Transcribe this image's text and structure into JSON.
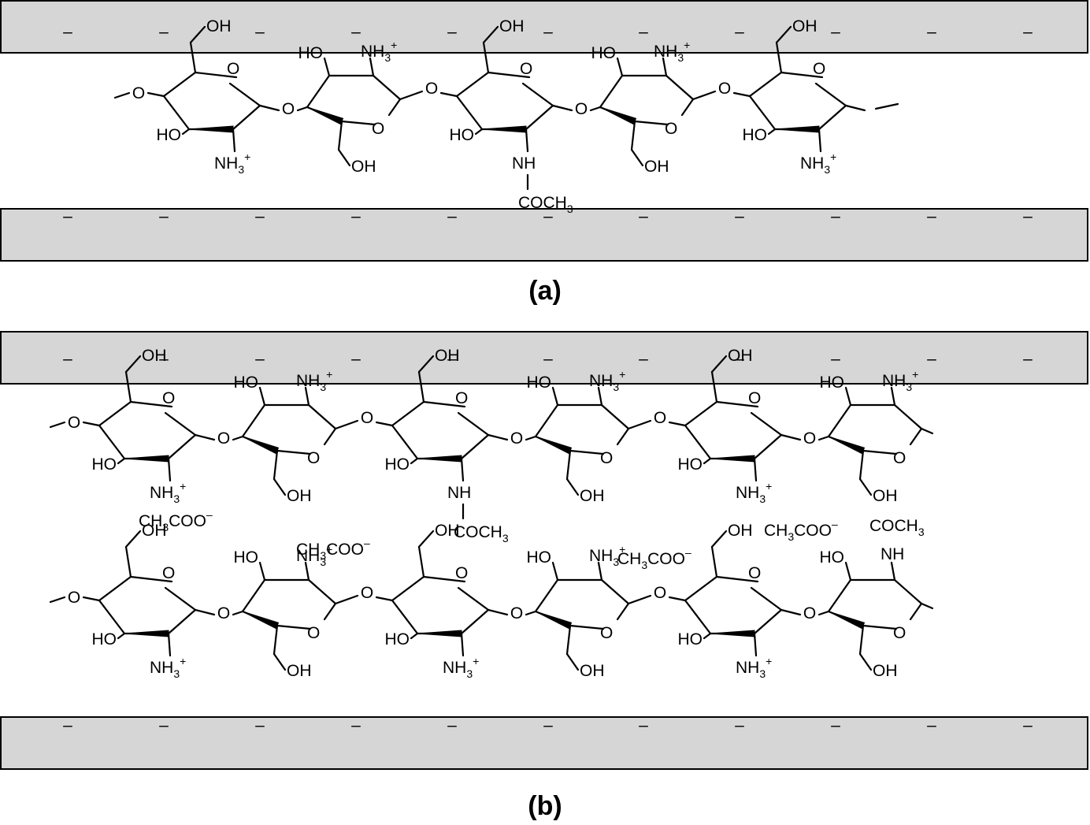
{
  "colors": {
    "plate_fill": "#d6d6d6",
    "line": "#000000",
    "background": "#ffffff"
  },
  "plate_charge_symbol": "–",
  "plate_charge_count": 11,
  "groups": {
    "oh": "HO",
    "ho_right": "OH",
    "nh3": "NH",
    "nh3_sub": "3",
    "nh3_sup": "+",
    "nh": "NH",
    "acetyl": "COCH",
    "acetyl_sub": "3",
    "ring_o": "O",
    "acetate_pre": "CH",
    "acetate_sub": "3",
    "acetate_post": "COO",
    "acetate_sup": "–"
  },
  "panels": [
    {
      "label": "(a)"
    },
    {
      "label": "(b)"
    }
  ]
}
